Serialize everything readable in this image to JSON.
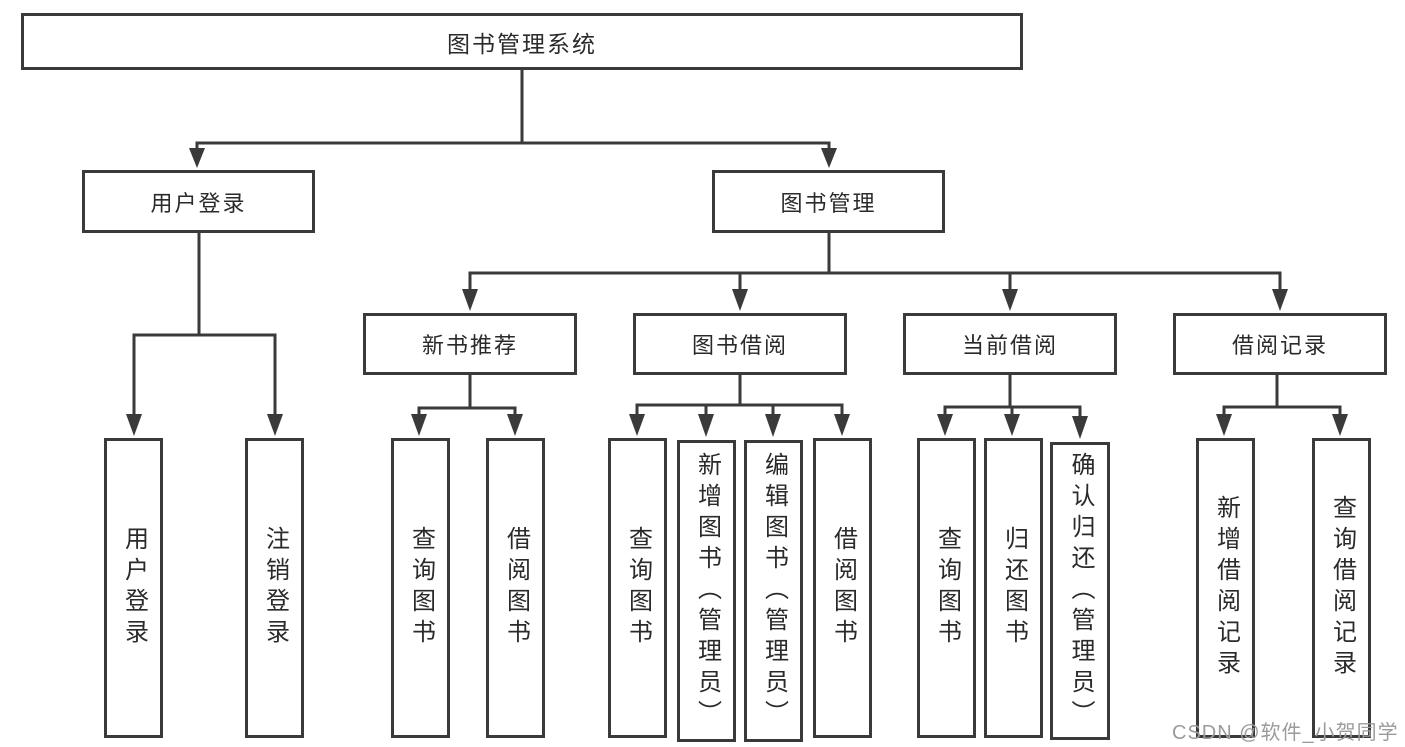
{
  "nodes": {
    "root": "图书管理系统",
    "user_login": "用户登录",
    "book_mgmt": "图书管理",
    "new_book_rec": "新书推荐",
    "book_borrow": "图书借阅",
    "current_borrow": "当前借阅",
    "borrow_record": "借阅记录",
    "leaf_user_login": "用户登录",
    "leaf_logout": "注销登录",
    "leaf_rec_query_book": "查询图书",
    "leaf_rec_borrow_book": "借阅图书",
    "leaf_bor_query_book": "查询图书",
    "leaf_bor_add_book": "新增图书（管理员）",
    "leaf_bor_edit_book": "编辑图书（管理员）",
    "leaf_bor_borrow_book": "借阅图书",
    "leaf_cur_query_book": "查询图书",
    "leaf_cur_return_book": "归还图书",
    "leaf_cur_confirm_return": "确认归还（管理员）",
    "leaf_br_add_record": "新增借阅记录",
    "leaf_br_query_record": "查询借阅记录"
  },
  "watermark": "CSDN @软件_小贺同学",
  "colors": {
    "line": "#3a3a3a",
    "text": "#2a2a2a",
    "watermark": "#9b9b9b",
    "background": "#ffffff"
  }
}
